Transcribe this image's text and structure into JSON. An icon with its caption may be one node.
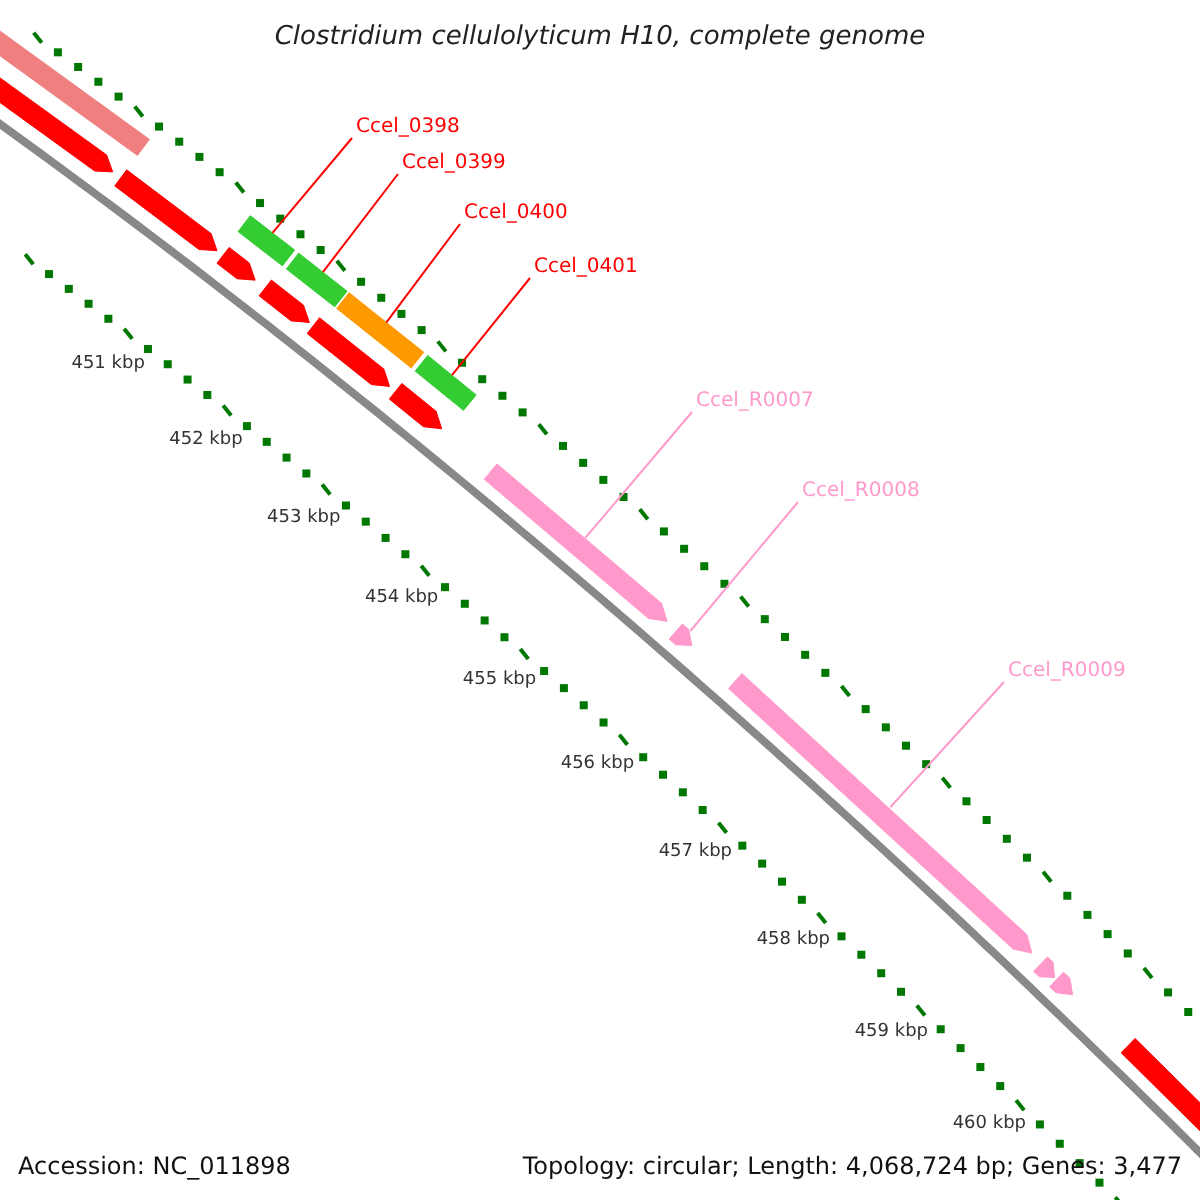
{
  "diagram": {
    "title": "Clostridium cellulolyticum H10, complete genome",
    "nodes": [
      {
        "text": [
          "Ccel_0398"
        ]
      },
      {
        "text": [
          "Ccel_0399"
        ]
      },
      {
        "text": [
          "Ccel_0400"
        ]
      },
      {
        "text": [
          "Ccel_0401"
        ]
      },
      {
        "text": [
          "Ccel_R0007"
        ]
      },
      {
        "text": [
          "Ccel_R0008"
        ]
      },
      {
        "text": [
          "Ccel_R0009"
        ]
      },
      {
        "text": [],
        "shape": "bar"
      },
      {
        "text": [],
        "shape": "bar"
      },
      {
        "text": [],
        "shape": "bar"
      },
      {
        "text": [],
        "shape": "bar"
      },
      {
        "text": [],
        "shape": "bar"
      },
      {
        "text": [],
        "shape": "bar"
      },
      {
        "text": [],
        "shape": "bar"
      },
      {
        "text": [],
        "shape": "bar"
      },
      {
        "text": [],
        "shape": "bar"
      },
      {
        "text": [],
        "shape": "bar"
      },
      {
        "text": [],
        "shape": "bar"
      },
      {
        "text": [],
        "shape": "bar"
      },
      {
        "text": [],
        "shape": "bar"
      },
      {
        "text": [],
        "shape": "bar"
      },
      {
        "text": [],
        "shape": "bar"
      },
      {
        "text": [],
        "shape": "bar"
      },
      {
        "text": [],
        "shape": "bar"
      }
    ],
    "edges": [
      {
        "from": 0,
        "to": 10,
        "arrow": "none"
      },
      {
        "from": 1,
        "to": 13,
        "arrow": "none"
      },
      {
        "from": 2,
        "to": 15,
        "arrow": "none"
      },
      {
        "from": 3,
        "to": 17,
        "arrow": "none"
      },
      {
        "from": 4,
        "to": 18,
        "arrow": "none",
        "color": "#ff99cc"
      },
      {
        "from": 5,
        "to": 19,
        "arrow": "none",
        "color": "#ff99cc"
      },
      {
        "from": 6,
        "to": 20,
        "arrow": "none",
        "color": "#ff99cc"
      }
    ],
    "labels": [
      "451 kbp",
      "452 kbp",
      "453 kbp",
      "454 kbp",
      "455 kbp",
      "456 kbp",
      "457 kbp",
      "458 kbp",
      "459 kbp",
      "460 kbp",
      "Accession: NC_011898",
      "Topology: circular; Length: 4,068,724 bp; Genes: 3,477"
    ]
  }
}
